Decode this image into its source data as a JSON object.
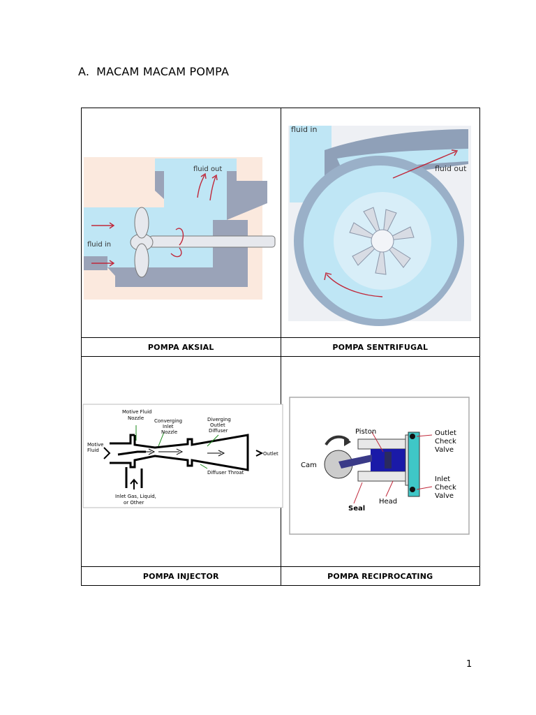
{
  "section": {
    "number": "A.",
    "title": "MACAM MACAM POMPA"
  },
  "pumps": [
    {
      "label": "POMPA AKSIAL",
      "diagram": {
        "fluid_in": "fluid in",
        "fluid_out": "fluid out"
      }
    },
    {
      "label": "POMPA SENTRIFUGAL",
      "diagram": {
        "fluid_in": "fluid in",
        "fluid_out": "fluid out"
      }
    },
    {
      "label": "POMPA INJECTOR",
      "diagram": {
        "motive_fluid_nozzle": [
          "Motive Fluid",
          "Nozzle"
        ],
        "converging": [
          "Converging",
          "Inlet",
          "Nozzle"
        ],
        "diverging": [
          "Diverging",
          "Outlet",
          "Diffuser"
        ],
        "motive_fluid": [
          "Motive",
          "Fluid"
        ],
        "outlet": "Outlet",
        "diffuser_throat": "Diffuser Throat",
        "inlet_gas": [
          "Inlet Gas, Liquid,",
          "or Other"
        ]
      }
    },
    {
      "label": "POMPA RECIPROCATING",
      "diagram": {
        "piston": "Piston",
        "cam": "Cam",
        "seal": "Seal",
        "head": "Head",
        "outlet_valve": [
          "Outlet",
          "Check",
          "Valve"
        ],
        "inlet_valve": [
          "Inlet",
          "Check",
          "Valve"
        ]
      }
    }
  ],
  "page_number": "1",
  "colors": {
    "fluid": "#bfe6f5",
    "metal": "#9aa3b8",
    "arrow": "#c0283a",
    "piston": "#1a1aa8",
    "valve": "#3fc7c7"
  }
}
